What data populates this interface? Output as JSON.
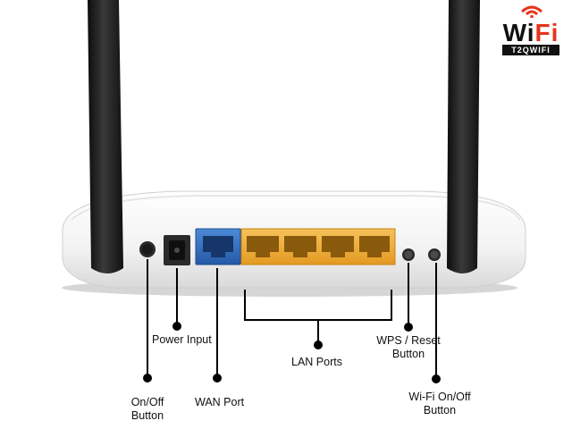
{
  "brand": {
    "logo_text_a": "Wi",
    "logo_text_b": "Fi",
    "logo_subtext": "T2QWIFI",
    "accent_color": "#e8331c"
  },
  "labels": {
    "power_input": "Power Input",
    "on_off_line1": "On/Off",
    "on_off_line2": "Button",
    "wan_port": "WAN Port",
    "lan_ports": "LAN Ports",
    "wps_reset_line1": "WPS / Reset",
    "wps_reset_line2": "Button",
    "wifi_onoff_line1": "Wi-Fi On/Off",
    "wifi_onoff_line2": "Button"
  },
  "colors": {
    "wan_port": "#2f6fc4",
    "lan_ports": "#f0a830",
    "router_body": "#f4f4f4",
    "antenna": "#1b1b1b"
  },
  "lan_port_count": 4
}
